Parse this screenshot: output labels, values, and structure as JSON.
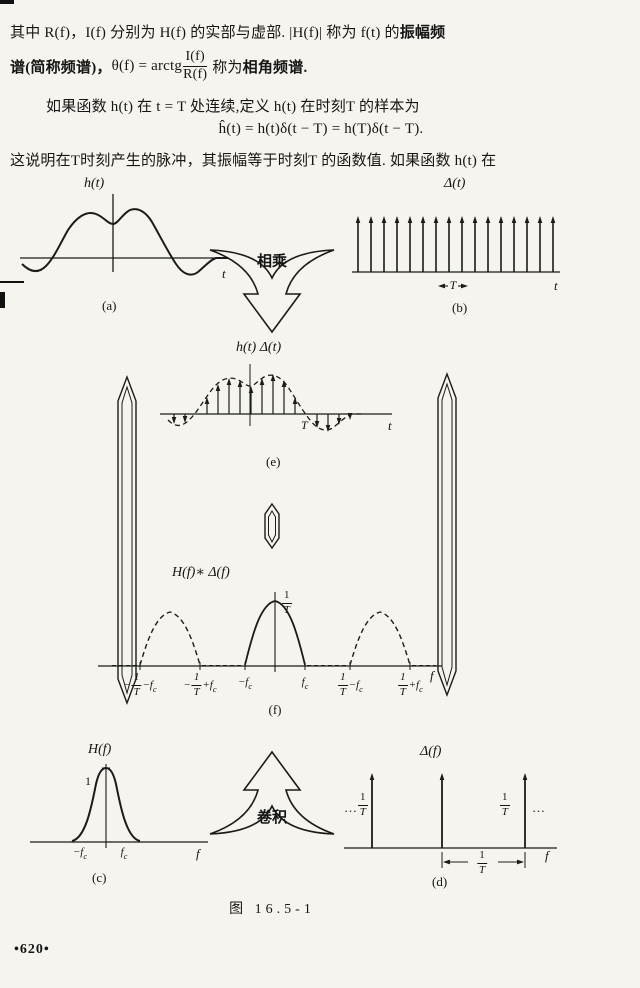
{
  "doc": {
    "line1_pre": "其中 R(f)，I(f) 分别为 H(f) 的实部与虚部.  |H(f)| 称为 f(t) 的",
    "line1_term": "振幅频",
    "line2_bold": "谱(简称频谱)，",
    "line2_pre": "θ(f) = arctg",
    "line2_num": "I(f)",
    "line2_den": "R(f)",
    "line2_post": "称为",
    "line2_term": "相角频谱.",
    "line3": "如果函数 h(t) 在 t = T 处连续,定义 h(t) 在时刻T 的样本为",
    "line4": "ĥ(t) = h(t)δ(t − T) = h(T)δ(t − T).",
    "line5": "这说明在T时刻产生的脉冲，其振幅等于时刻T 的函数值.  如果函数 h(t) 在",
    "page_number": "•620•"
  },
  "figure": {
    "caption": "图  16.5-1",
    "multiply_label": "相乘",
    "convolve_label": "卷积",
    "a": {
      "title": "h(t)",
      "axis_label": "t",
      "tag": "(a)"
    },
    "b": {
      "title": "Δ(t)",
      "spacing_label": "T",
      "axis_label": "t",
      "tag": "(b)"
    },
    "e": {
      "title": "h(t) Δ(t)",
      "sample_label": "T",
      "axis_label": "t",
      "tag": "(e)"
    },
    "f": {
      "title": "H(f)∗  Δ(f)",
      "amp_num": "1",
      "amp_den": "T",
      "axis_label": "f",
      "tag": "(f)",
      "ticks": [
        {
          "pre": "−",
          "num": "1",
          "den": "T",
          "post": "−f",
          "sub": "c"
        },
        {
          "pre": "−",
          "num": "1",
          "den": "T",
          "post": "+f",
          "sub": "c"
        },
        {
          "pre": "−f",
          "sub": "c"
        },
        {
          "pre": "f",
          "sub": "c"
        },
        {
          "num": "1",
          "den": "T",
          "post": "−f",
          "sub": "c"
        },
        {
          "num": "1",
          "den": "T",
          "post": "+f",
          "sub": "c"
        }
      ]
    },
    "c": {
      "title": "H(f)",
      "amp": "1",
      "tick_left_pre": "−f",
      "tick_left_sub": "c",
      "tick_right_pre": "f",
      "tick_right_sub": "c",
      "axis_label": "f",
      "tag": "(c)"
    },
    "d": {
      "title": "Δ(f)",
      "dots_left": "…",
      "dots_right": "…",
      "amp_num": "1",
      "amp_den": "T",
      "amp2_num": "1",
      "amp2_den": "T",
      "spacing_num": "1",
      "spacing_den": "T",
      "axis_label": "f",
      "tag": "(d)"
    }
  }
}
